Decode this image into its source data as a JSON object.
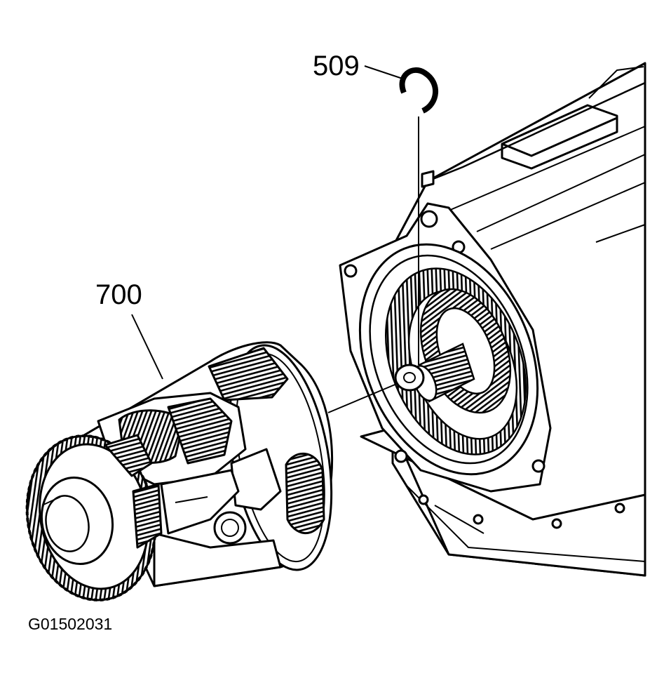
{
  "callouts": {
    "snap_ring": "509",
    "differential": "700"
  },
  "figure_code": "G01502031",
  "colors": {
    "ink": "#000000",
    "paper": "#ffffff",
    "shade": "#d9d9d9"
  }
}
